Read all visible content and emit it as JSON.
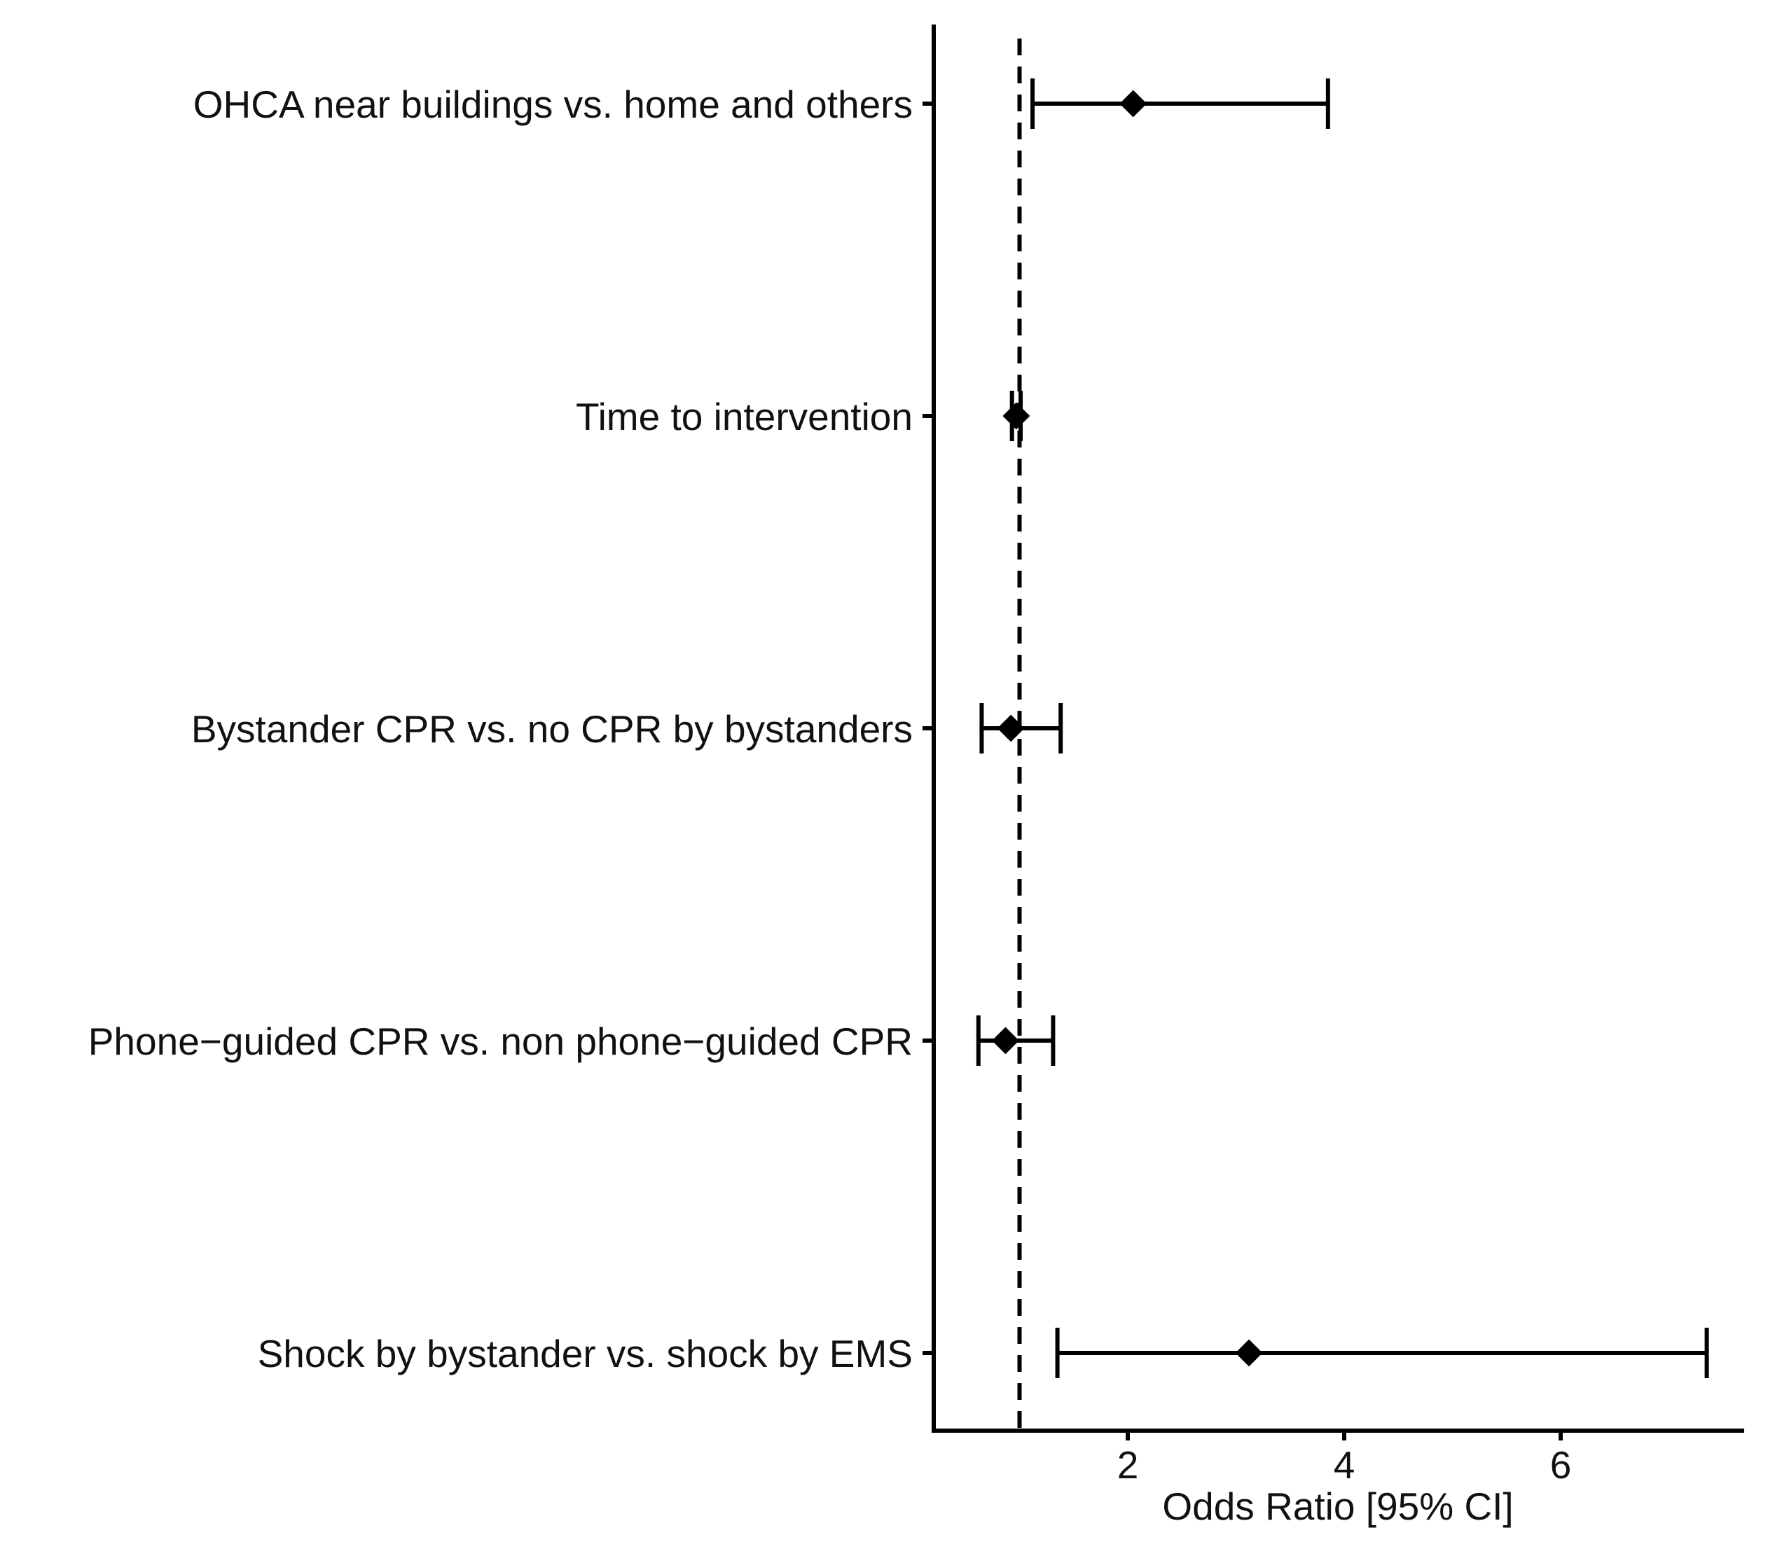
{
  "chart_data": {
    "type": "forest",
    "title": "",
    "xlabel": "Odds Ratio [95% CI]",
    "ylabel": "",
    "xlim": [
      0.3,
      7.8
    ],
    "x_ticks": [
      2,
      4,
      6
    ],
    "reference_line": 1,
    "grid": false,
    "legend": "none",
    "colors": {
      "marks": "#000000",
      "axis": "#000000",
      "background": "#ffffff"
    },
    "categories": [
      "OHCA near buildings vs. home and others",
      "Time to intervention",
      "Bystander CPR vs. no CPR by bystanders",
      "Phone−guided CPR vs. non phone−guided CPR",
      "Shock by bystander vs. shock by EMS"
    ],
    "estimates": [
      {
        "label": "OHCA near buildings vs. home and others",
        "or": 2.05,
        "lower": 1.12,
        "upper": 3.85
      },
      {
        "label": "Time to intervention",
        "or": 0.97,
        "lower": 0.93,
        "upper": 1.01
      },
      {
        "label": "Bystander CPR vs. no CPR by bystanders",
        "or": 0.92,
        "lower": 0.65,
        "upper": 1.38
      },
      {
        "label": "Phone−guided CPR vs. non phone−guided CPR",
        "or": 0.87,
        "lower": 0.62,
        "upper": 1.31
      },
      {
        "label": "Shock by bystander vs. shock by EMS",
        "or": 3.12,
        "lower": 1.35,
        "upper": 7.35
      }
    ]
  }
}
